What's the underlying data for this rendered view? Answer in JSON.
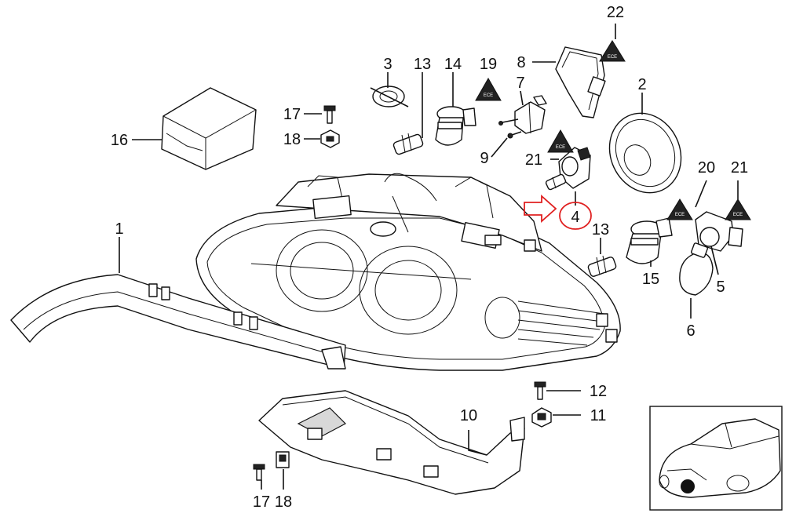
{
  "callouts": [
    {
      "id": "c1",
      "label": "1"
    },
    {
      "id": "c2",
      "label": "2"
    },
    {
      "id": "c3",
      "label": "3"
    },
    {
      "id": "c4",
      "label": "4"
    },
    {
      "id": "c5",
      "label": "5"
    },
    {
      "id": "c6",
      "label": "6"
    },
    {
      "id": "c7",
      "label": "7"
    },
    {
      "id": "c8",
      "label": "8"
    },
    {
      "id": "c9",
      "label": "9"
    },
    {
      "id": "c10",
      "label": "10"
    },
    {
      "id": "c11",
      "label": "11"
    },
    {
      "id": "c12",
      "label": "12"
    },
    {
      "id": "c13a",
      "label": "13"
    },
    {
      "id": "c13b",
      "label": "13"
    },
    {
      "id": "c14",
      "label": "14"
    },
    {
      "id": "c15",
      "label": "15"
    },
    {
      "id": "c16",
      "label": "16"
    },
    {
      "id": "c17a",
      "label": "17"
    },
    {
      "id": "c17b",
      "label": "17"
    },
    {
      "id": "c18a",
      "label": "18"
    },
    {
      "id": "c18b",
      "label": "18"
    },
    {
      "id": "c19",
      "label": "19"
    },
    {
      "id": "c20",
      "label": "20"
    },
    {
      "id": "c21a",
      "label": "21"
    },
    {
      "id": "c21b",
      "label": "21"
    },
    {
      "id": "c22",
      "label": "22"
    }
  ],
  "highlight": {
    "target_label": "4",
    "color": "#e02020"
  },
  "warning_symbol": {
    "icon": "hazard-triangle-icon",
    "text": "ECE"
  }
}
